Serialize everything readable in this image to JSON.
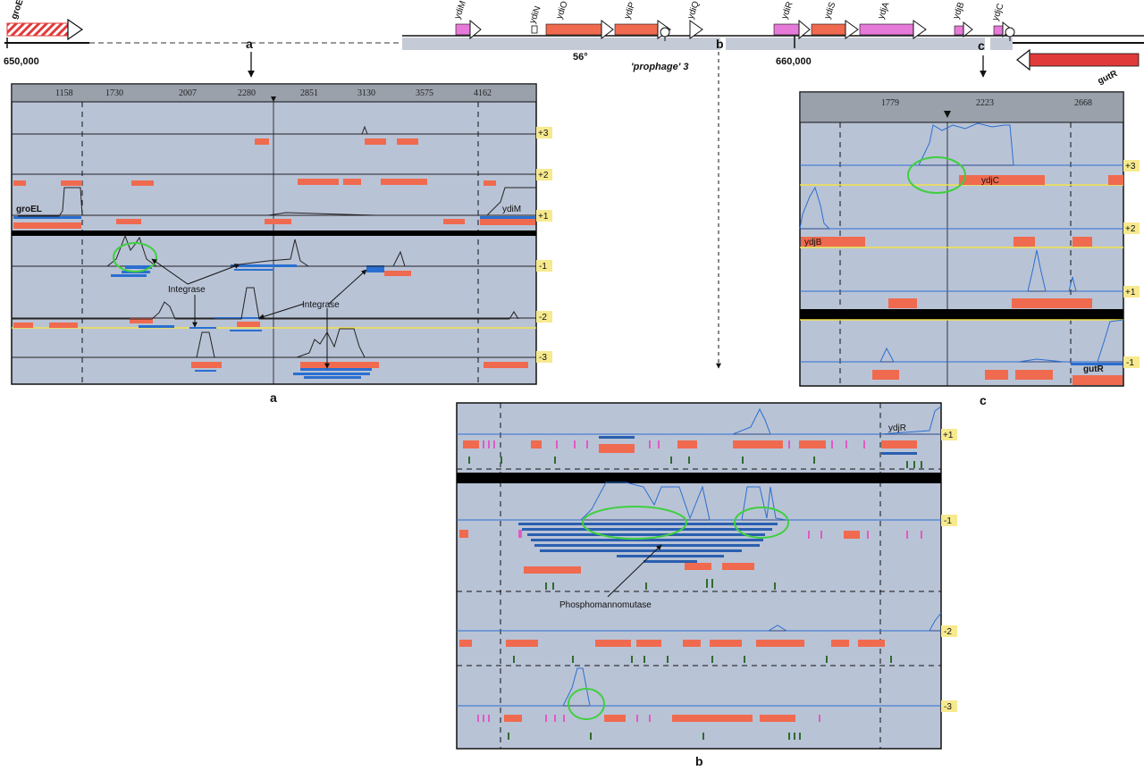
{
  "map": {
    "coordinates": [
      "650,000",
      "660,000"
    ],
    "degree": "56°",
    "prophage": "'prophage' 3",
    "genes_above": [
      "groEL",
      "ydiM",
      "ydiN",
      "ydiO",
      "ydiP",
      "ydiQ",
      "ydiR",
      "ydiS",
      "ydjA",
      "ydjB",
      "ydjC"
    ],
    "gene_below": "gutR",
    "markers": [
      "a",
      "b",
      "c"
    ]
  },
  "panel_a": {
    "letter": "a",
    "ticks": [
      "1158",
      "1730",
      "2007",
      "2280",
      "2851",
      "3130",
      "3575",
      "4162"
    ],
    "frames": [
      "+3",
      "+2",
      "+1",
      "-1",
      "-2",
      "-3"
    ],
    "genes": [
      "groEL",
      "ydiM"
    ],
    "annotations": [
      "Integrase",
      "Integrase"
    ]
  },
  "panel_b": {
    "letter": "b",
    "frames": [
      "+1",
      "-1",
      "-2",
      "-3"
    ],
    "gene": "ydjR",
    "annotation": "Phosphomannomutase"
  },
  "panel_c": {
    "letter": "c",
    "ticks": [
      "1779",
      "2223",
      "2668"
    ],
    "frames": [
      "+3",
      "+2",
      "+1",
      "-1"
    ],
    "genes": [
      "ydjC",
      "ydjB",
      "gutR"
    ]
  },
  "colors": {
    "panel_bg": "#b9c3d6",
    "ruler_bg": "#9aa1ab",
    "orf_red": "#f06a4f",
    "blast_blue": "#2a6fd0",
    "highlight_green": "#3fcf3f",
    "frame_label_bg": "#f7e98e",
    "gene_pink": "#e67ad8",
    "stripe_red": "#e03a3a"
  }
}
